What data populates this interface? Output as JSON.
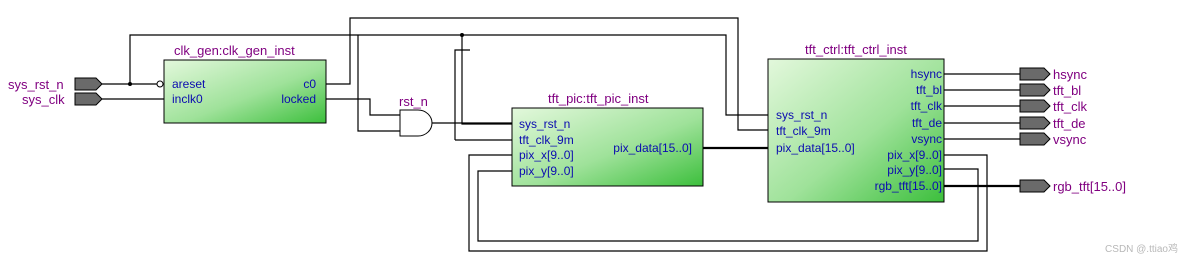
{
  "modules": {
    "clk_gen": {
      "title": "clk_gen:clk_gen_inst",
      "inputs": [
        "areset",
        "inclk0"
      ],
      "outputs": [
        "c0",
        "locked"
      ]
    },
    "tft_pic": {
      "title": "tft_pic:tft_pic_inst",
      "inputs": [
        "sys_rst_n",
        "tft_clk_9m",
        "pix_x[9..0]",
        "pix_y[9..0]"
      ],
      "outputs": [
        "pix_data[15..0]"
      ]
    },
    "tft_ctrl": {
      "title": "tft_ctrl:tft_ctrl_inst",
      "inputs": [
        "sys_rst_n",
        "tft_clk_9m",
        "pix_data[15..0]"
      ],
      "outputs": [
        "hsync",
        "tft_bl",
        "tft_clk",
        "tft_de",
        "vsync",
        "pix_x[9..0]",
        "pix_y[9..0]",
        "rgb_tft[15..0]"
      ]
    }
  },
  "gate": {
    "label": "rst_n"
  },
  "inputs": [
    "sys_rst_n",
    "sys_clk"
  ],
  "outputs": [
    "hsync",
    "tft_bl",
    "tft_clk",
    "tft_de",
    "vsync",
    "rgb_tft[15..0]"
  ],
  "watermark": "CSDN @.ttiao鸡",
  "colors": {
    "module_fill_light": "#dff6d8",
    "module_fill_dark": "#3fbf3f",
    "pin_fill": "#6a6a6a",
    "label": "#800080",
    "port": "#0b0bb0"
  }
}
